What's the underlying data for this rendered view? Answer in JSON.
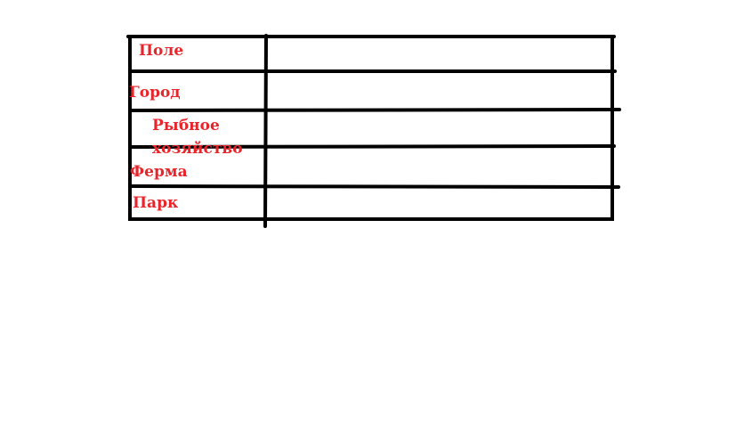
{
  "table": {
    "rows": [
      {
        "label": "Поле",
        "value": ""
      },
      {
        "label": "Город",
        "value": ""
      },
      {
        "label": "Рыбное",
        "label_line2": "хозяйство",
        "value": ""
      },
      {
        "label": "Ферма",
        "value": ""
      },
      {
        "label": "Парк",
        "value": ""
      }
    ]
  },
  "colors": {
    "line": "#000000",
    "label": "#e8252b",
    "background": "#ffffff"
  }
}
